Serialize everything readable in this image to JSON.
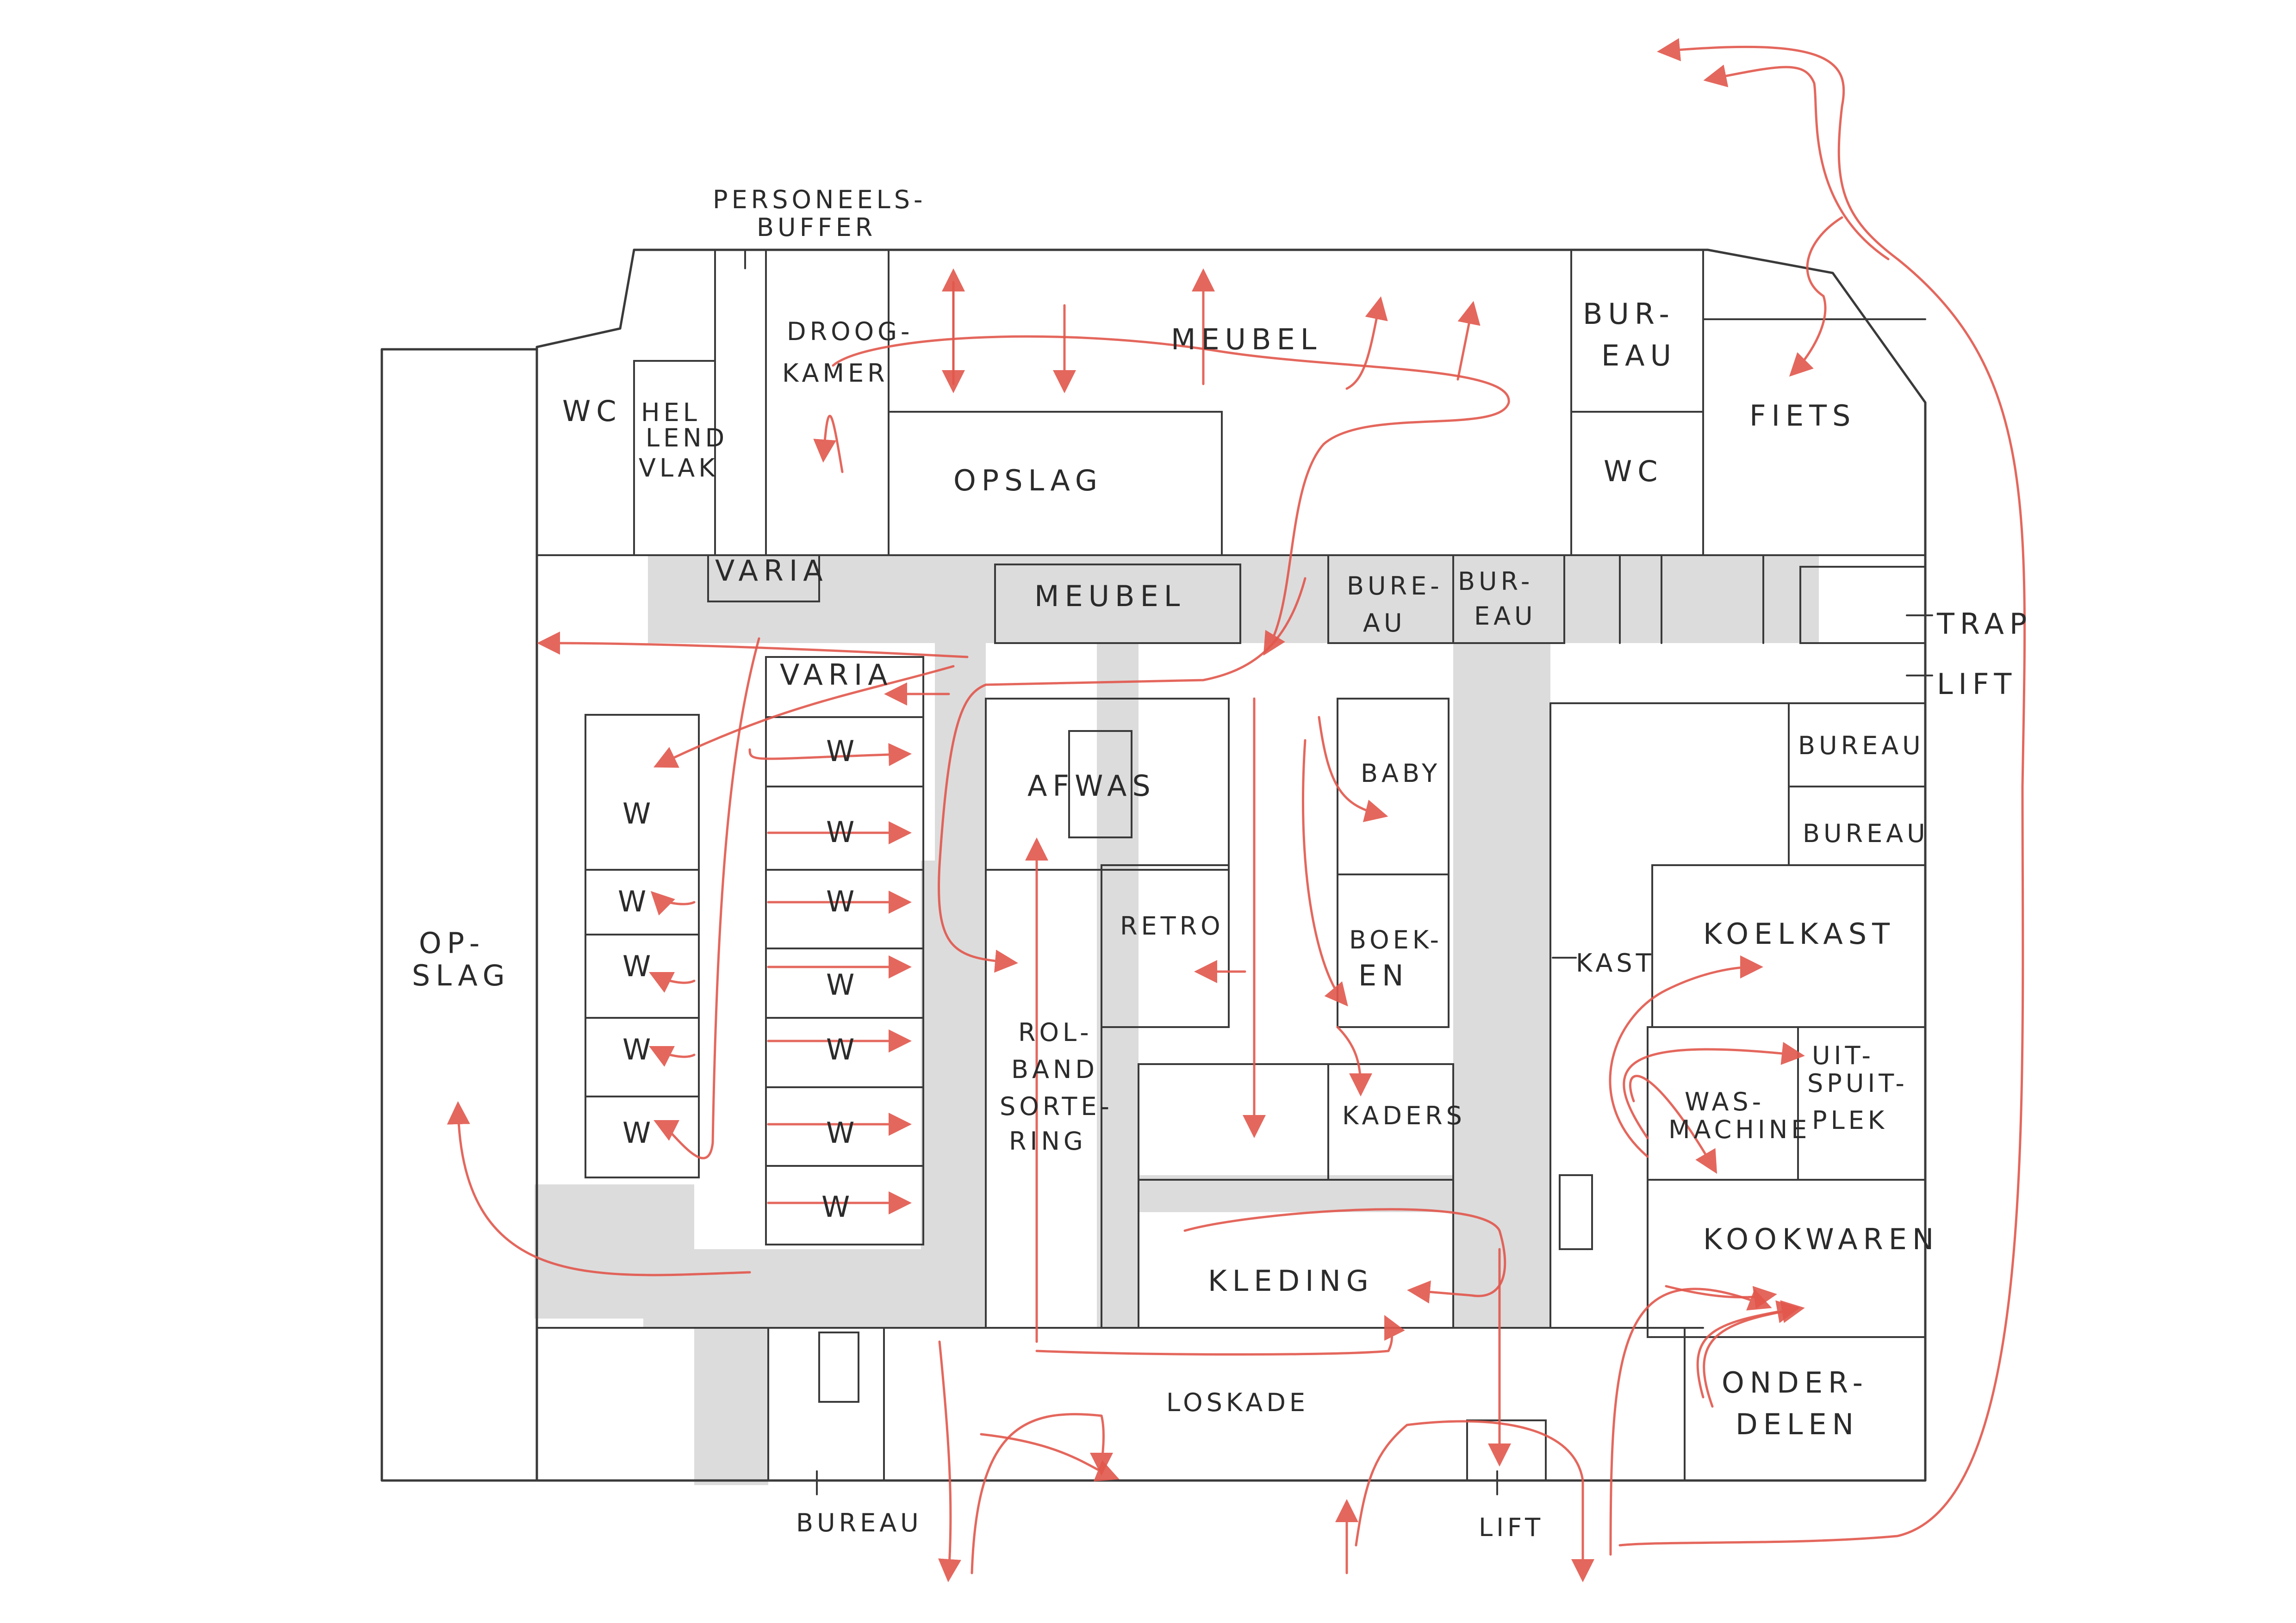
{
  "labels": {
    "personeelsbuffer_1": "PERSONEELS-",
    "personeelsbuffer_2": "BUFFER",
    "wc_left": "WC",
    "hellend_1": "HEL",
    "hellend_2": "LEND",
    "hellend_3": "VLAK",
    "droogkamer_1": "DROOG-",
    "droogkamer_2": "KAMER",
    "meubel_top": "MEUBEL",
    "opslag_top": "OPSLAG",
    "bureau_top_1": "BUR-",
    "bureau_top_2": "EAU",
    "wc_right": "WC",
    "fiets": "FIETS",
    "varia_1": "VARIA",
    "meubel_mid": "MEUBEL",
    "bureau_a_1": "BURE-",
    "bureau_a_2": "AU",
    "bureau_b_1": "BUR-",
    "bureau_b_2": "EAU",
    "trap": "TRAP",
    "lift_right": "LIFT",
    "varia_2": "VARIA",
    "w_left": [
      "W",
      "W",
      "W",
      "W",
      "W"
    ],
    "w_mid": [
      "W",
      "W",
      "W",
      "W",
      "W",
      "W",
      "W"
    ],
    "opslag_left_1": "OP-",
    "opslag_left_2": "SLAG",
    "afwas": "AFWAS",
    "retro": "RETRO",
    "rolband_1": "ROL-",
    "rolband_2": "BAND",
    "rolband_3": "SORTE-",
    "rolband_4": "RING",
    "baby": "BABY",
    "boeken_1": "BOEK-",
    "boeken_2": "EN",
    "kaders": "KADERS",
    "kleding": "KLEDING",
    "bureau_r1": "BUREAU",
    "bureau_r2": "BUREAU",
    "koelkast": "KOELKAST",
    "kast": "KAST",
    "uitspuitplek_1": "UIT-",
    "uitspuitplek_2": "SPUIT-",
    "uitspuitplek_3": "PLEK",
    "wasmachine_1": "WAS-",
    "wasmachine_2": "MACHINE",
    "kookwaren": "KOOKWAREN",
    "onderdelen_1": "ONDER-",
    "onderdelen_2": "DELEN",
    "loskade": "LOSKADE",
    "bureau_bottom": "BUREAU",
    "lift_bottom": "LIFT"
  },
  "colors": {
    "wall": "#3a3a3a",
    "flow": "#e2574c",
    "corridor": "#dcdcdc"
  }
}
